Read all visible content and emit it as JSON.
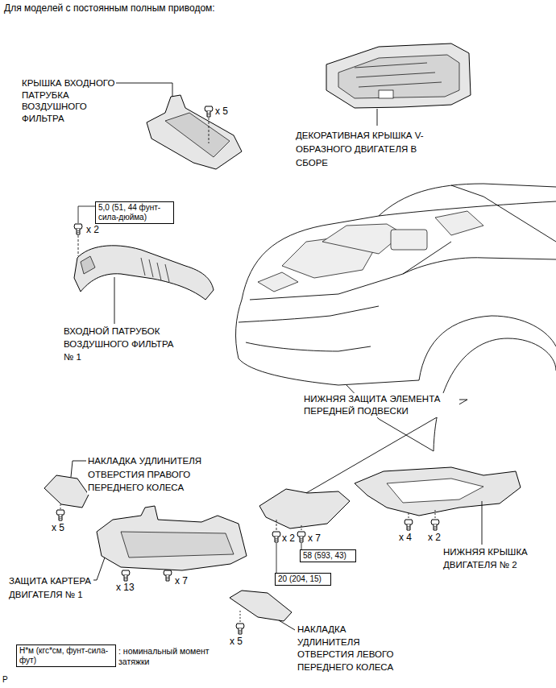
{
  "diagram": {
    "title": "Для моделей с постоянным полным приводом:",
    "nodes": [
      {
        "text": [
          "5,0 (51, 44 фунт-сила-дюйма)"
        ]
      },
      {
        "text": [
          "58 (593, 43)"
        ]
      },
      {
        "text": [
          "20 (204, 15)"
        ]
      },
      {
        "text": [
          "Н*м (кгс*см, фунт-сила-фут)",
          ": номинальный момент затяжки"
        ]
      }
    ],
    "labels": [
      "КРЫШКА ВХОДНОГО ПАТРУБКА ВОЗДУШНОГО ФИЛЬТРА",
      "x 5",
      "ДЕКОРАТИВНАЯ КРЫШКА V-ОБРАЗНОГО ДВИГАТЕЛЯ В СБОРЕ",
      "x 2",
      "ВХОДНОЙ ПАТРУБОК ВОЗДУШНОГО ФИЛЬТРА № 1",
      "НИЖНЯЯ ЗАЩИТА ЭЛЕМЕНТА ПЕРЕДНЕЙ ПОДВЕСКИ",
      "НАКЛАДКА УДЛИНИТЕЛЯ ОТВЕРСТИЯ ПРАВОГО ПЕРЕДНЕГО КОЛЕСА",
      "x 5",
      "x 13",
      "x 7",
      "ЗАЩИТА КАРТЕРА ДВИГАТЕЛЯ № 1",
      "x 2",
      "x 7",
      "x 4",
      "x 2",
      "НИЖНЯЯ КРЫШКА ДВИГАТЕЛЯ № 2",
      "x 5",
      "НАКЛАДКА УДЛИНИТЕЛЯ ОТВЕРСТИЯ ЛЕВОГО ПЕРЕДНЕГО КОЛЕСА",
      "P"
    ]
  }
}
